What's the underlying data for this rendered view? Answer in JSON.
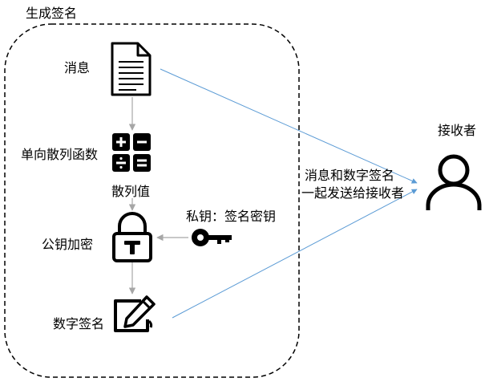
{
  "title": "生成签名",
  "nodes": {
    "message": "消息",
    "hash_function": "单向散列函数",
    "hash_value": "散列值",
    "encryption": "公钥加密",
    "private_key": "私钥：签名密钥",
    "signature": "数字签名",
    "receiver": "接收者"
  },
  "send_note": {
    "line1": "消息和数字签名",
    "line2": "一起发送给接收者"
  },
  "colors": {
    "stroke": "#000000",
    "arrow_gray": "#a6a6a6",
    "send_line_blue": "#5b9bd5"
  },
  "icons": [
    "document-icon",
    "calculator-icon",
    "lock-icon",
    "key-icon",
    "signature-pen-icon",
    "user-icon"
  ]
}
